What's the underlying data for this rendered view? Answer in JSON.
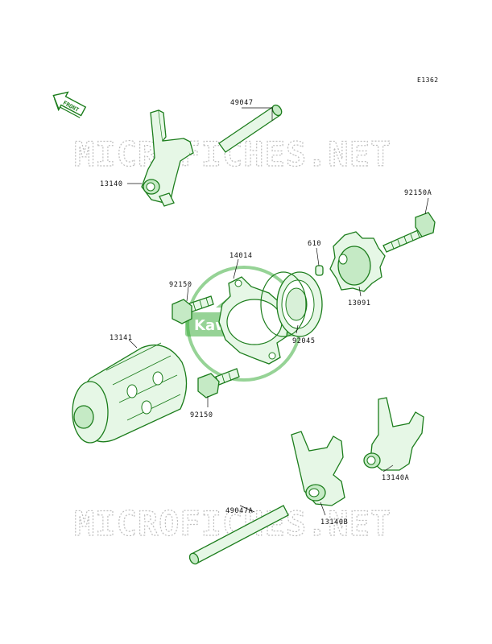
{
  "diagram_code": "E1362",
  "front_label": "FRONT",
  "watermark_text": "MICROFICHES.NET",
  "logo_text": "Kawasaki",
  "parts": [
    {
      "id": "49047"
    },
    {
      "id": "13140"
    },
    {
      "id": "92150A"
    },
    {
      "id": "610"
    },
    {
      "id": "14014"
    },
    {
      "id": "92150"
    },
    {
      "id": "13091"
    },
    {
      "id": "92045"
    },
    {
      "id": "13141"
    },
    {
      "id": "92150"
    },
    {
      "id": "13140A"
    },
    {
      "id": "49047A"
    },
    {
      "id": "13140B"
    }
  ],
  "colors": {
    "part_line": "#1c7d1c",
    "part_fill": "#e6f7e6",
    "logo": "#3fae3f",
    "watermark": "#bdbdbd"
  }
}
